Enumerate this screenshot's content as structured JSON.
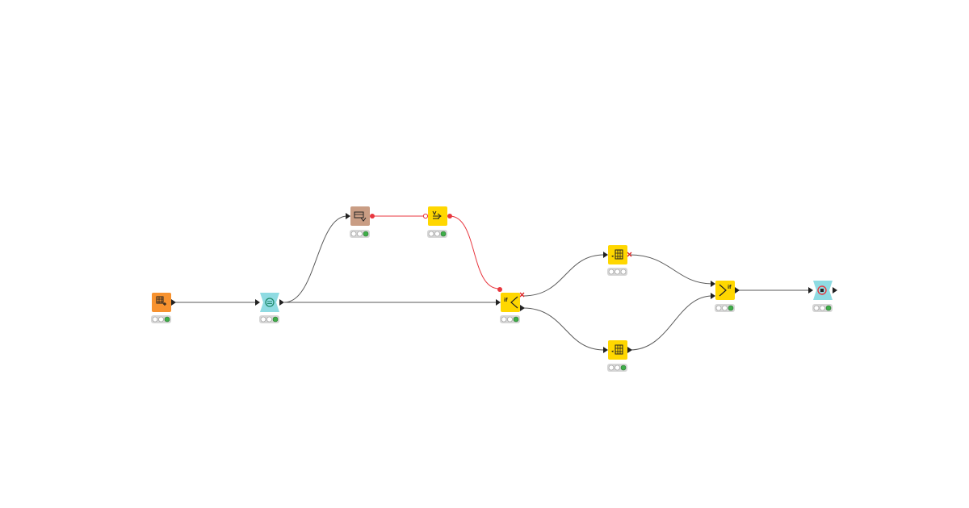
{
  "workflow": {
    "colors": {
      "background": "#ffffff",
      "data_wire": "#5a5a5a",
      "flow_variable_wire": "#e8373f",
      "status_light_off": "#ffffff",
      "status_light_ok": "#3fae49",
      "status_tray": "#d6d6d6"
    },
    "nodes": [
      {
        "id": "n1",
        "kind": "source",
        "icon": "table-creator-icon",
        "fill": "#f7922f",
        "status": [
          "off",
          "off",
          "ok"
        ]
      },
      {
        "id": "n2",
        "kind": "manipulator",
        "icon": "loop-start-icon",
        "fill": "#8fdbe2",
        "status": [
          "off",
          "off",
          "ok"
        ]
      },
      {
        "id": "n3",
        "kind": "other",
        "icon": "table-to-variable-icon",
        "fill": "#c99d84",
        "status": [
          "off",
          "off",
          "ok"
        ]
      },
      {
        "id": "n4",
        "kind": "manipulator",
        "icon": "variable-switch-icon",
        "fill": "#ffd700",
        "status": [
          "off",
          "off",
          "ok"
        ]
      },
      {
        "id": "n5",
        "kind": "manipulator",
        "icon": "if-switch-icon",
        "fill": "#ffd700",
        "status": [
          "off",
          "off",
          "ok"
        ]
      },
      {
        "id": "n6",
        "kind": "manipulator",
        "icon": "column-filter-icon",
        "fill": "#ffd700",
        "status": [
          "off",
          "off",
          "off"
        ]
      },
      {
        "id": "n7",
        "kind": "manipulator",
        "icon": "column-filter-icon",
        "fill": "#ffd700",
        "status": [
          "off",
          "off",
          "ok"
        ]
      },
      {
        "id": "n8",
        "kind": "manipulator",
        "icon": "end-if-icon",
        "fill": "#ffd700",
        "status": [
          "off",
          "off",
          "ok"
        ]
      },
      {
        "id": "n9",
        "kind": "manipulator",
        "icon": "loop-end-icon",
        "fill": "#8fdbe2",
        "status": [
          "off",
          "off",
          "ok"
        ]
      }
    ],
    "connections": [
      {
        "from": "n1",
        "to": "n2",
        "type": "data"
      },
      {
        "from": "n2",
        "to": "n3",
        "type": "data"
      },
      {
        "from": "n2",
        "to": "n5",
        "type": "data"
      },
      {
        "from": "n3",
        "to": "n4",
        "type": "flow_variable"
      },
      {
        "from": "n4",
        "to": "n5",
        "type": "flow_variable"
      },
      {
        "from": "n5",
        "to": "n6",
        "type": "data",
        "port": "top",
        "inactive": true
      },
      {
        "from": "n5",
        "to": "n7",
        "type": "data",
        "port": "bottom"
      },
      {
        "from": "n6",
        "to": "n8",
        "type": "data",
        "inactive": true
      },
      {
        "from": "n7",
        "to": "n8",
        "type": "data"
      },
      {
        "from": "n8",
        "to": "n9",
        "type": "data"
      }
    ]
  }
}
